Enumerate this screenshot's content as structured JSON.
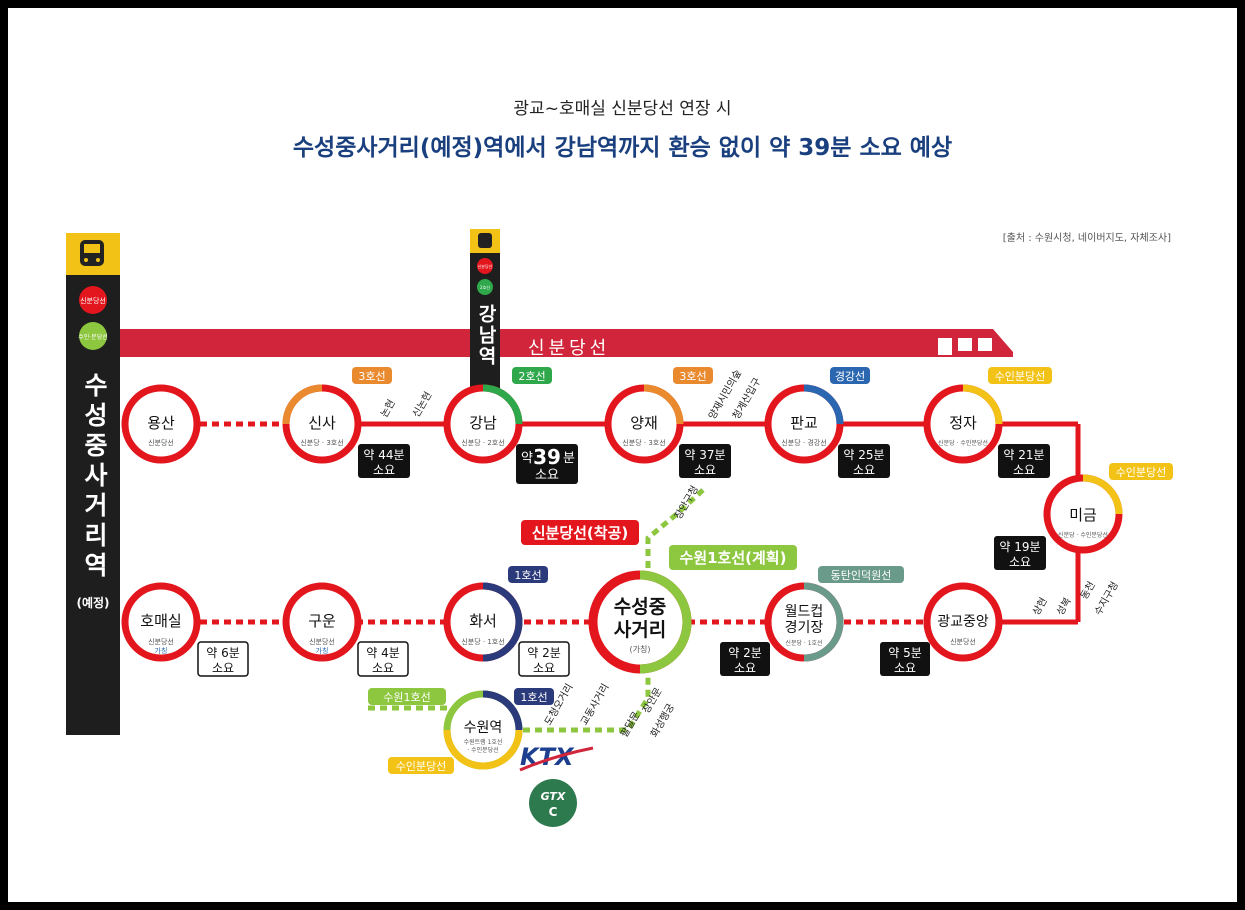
{
  "header": {
    "subtitle": "광교~호매실 신분당선 연장 시",
    "title": "수성중사거리(예정)역에서 강남역까지 환승 없이 약 39분 소요 예상",
    "source": "[출처 : 수원시청, 네이버지도, 자체조사]"
  },
  "banner": {
    "label": "신분당선"
  },
  "main_station": {
    "name": "수성중사거리역",
    "note": "(예정)",
    "badge_sinbundang": "신분당선",
    "badge_suin": "수인·분당선"
  },
  "gangnam_tower": {
    "name": "강남역",
    "badge_sinbundang": "신분당선",
    "badge_2": "2호선"
  },
  "stations": {
    "yongsan": {
      "name": "용산",
      "sub": "신분당선"
    },
    "sinsa": {
      "name": "신사",
      "sub": "신분당 · 3호선",
      "line_tag": "3호선"
    },
    "gangnam": {
      "name": "강남",
      "sub": "신분당 · 2호선",
      "line_tag": "2호선"
    },
    "yangjae": {
      "name": "양재",
      "sub": "신분당 · 3호선",
      "line_tag": "3호선"
    },
    "pangyo": {
      "name": "판교",
      "sub": "신분당 · 경강선",
      "line_tag": "경강선"
    },
    "jeongja": {
      "name": "정자",
      "sub": "신분당 · 수인분당선",
      "line_tag": "수인분당선"
    },
    "migeum": {
      "name": "미금",
      "sub": "신분당 · 수인분당선",
      "line_tag": "수인분당선"
    },
    "homaesil": {
      "name": "호매실",
      "sub": "신분당선",
      "sub2": "가칭"
    },
    "guun": {
      "name": "구운",
      "sub": "신분당선",
      "sub2": "가칭"
    },
    "hwaseo": {
      "name": "화서",
      "sub": "신분당 · 1호선",
      "line_tag": "1호선"
    },
    "susung": {
      "name1": "수성중",
      "name2": "사거리",
      "sub": "(가칭)",
      "tag_red": "신분당선(착공)",
      "tag_green": "수원1호선(계획)"
    },
    "worldcup": {
      "name1": "월드컵",
      "name2": "경기장",
      "sub": "신분당 · 1호선",
      "line_tag": "동탄인덕원선"
    },
    "gwanggyo": {
      "name": "광교중앙",
      "sub": "신분당선"
    },
    "suwon": {
      "name": "수원역",
      "sub": "수원트램 1호선",
      "sub2": "· 수인분당선",
      "tag_1": "1호선",
      "tag_green": "수원1호선",
      "tag_yellow": "수인분당선"
    }
  },
  "times": {
    "sinsa": {
      "a": "약 44분",
      "b": "소요"
    },
    "gangnam_pre": "약",
    "gangnam_num": "39",
    "gangnam_unit": "분",
    "gangnam_b": "소요",
    "yangjae": {
      "a": "약 37분",
      "b": "소요"
    },
    "pangyo": {
      "a": "약 25분",
      "b": "소요"
    },
    "jeongja": {
      "a": "약 21분",
      "b": "소요"
    },
    "migeum": {
      "a": "약 19분",
      "b": "소요"
    },
    "homaesil": {
      "a": "약 6분",
      "b": "소요"
    },
    "guun": {
      "a": "약 4분",
      "b": "소요"
    },
    "hwaseo": {
      "a": "약 2분",
      "b": "소요"
    },
    "worldcup": {
      "a": "약 2분",
      "b": "소요"
    },
    "gwanggyo": {
      "a": "약 5분",
      "b": "소요"
    }
  },
  "small_stops": {
    "nonhyeon": "논현",
    "sinnonhyeon": "신논현",
    "yangjae_citizen": "양재시민의숲",
    "cheonggyesan": "청계산입구",
    "jangan": "장안구청",
    "dongcheon": "동천",
    "suji": "수지구청",
    "sanghyeon": "상현",
    "seongbok": "성복",
    "dochung": "도청오거리",
    "gyodong": "교동사거리",
    "paldalmun": "팔달문",
    "janganmun": "장안문",
    "hwaseong": "화성행궁"
  },
  "logos": {
    "ktx": "KTX",
    "gtx_top": "GTX",
    "gtx_bottom": "C"
  },
  "colors": {
    "red": "#e3161d",
    "green": "#8dc63f",
    "yellow": "#f3c216",
    "orange": "#e98a2e",
    "blue": "#2b67b0",
    "navy": "#2b3a7a",
    "teal": "#6a9a8a",
    "crimson": "#d1253b",
    "title_blue": "#1a3f7e"
  }
}
